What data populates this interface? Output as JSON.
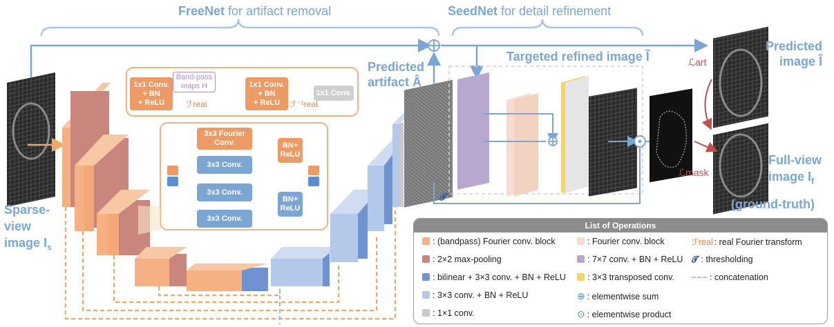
{
  "title_freenet": {
    "name": "FreeNet",
    "rest": " for artifact removal"
  },
  "title_seednet": {
    "name": "SeedNet",
    "rest": " for detail refinement"
  },
  "labels": {
    "sparse_view": [
      "Sparse-",
      "view",
      "image I"
    ],
    "sparse_sub": "s",
    "predicted_artifact": [
      "Predicted",
      "artifact Â"
    ],
    "targeted_refined": "Targeted refined image Ĩ",
    "predicted_image": [
      "Predicted",
      "image Î"
    ],
    "full_view": [
      "Full-view",
      "image I"
    ],
    "full_sub": "f",
    "ground_truth": "(ground-truth)",
    "l_art": "ℒart",
    "l_mask": "ℒmask",
    "tau": "𝓣"
  },
  "top_block": {
    "conv1": [
      "1x1 Conv.",
      "+ BN",
      "+ ReLU"
    ],
    "bandpass": [
      "Band-pass",
      "maps H"
    ],
    "conv2": [
      "1x1 Conv.",
      "+ BN",
      "+ ReLU"
    ],
    "conv3": "1x1 Conv.",
    "f_real": "ℱreal",
    "f_real_inv": "ℱ⁻¹real"
  },
  "inner_block": {
    "fourier_conv": [
      "3x3 Fourier",
      "Conv."
    ],
    "conv_a": "3x3 Conv.",
    "bn_relu_a": [
      "BN+",
      "ReLU"
    ],
    "conv_b": "3x3 Conv.",
    "conv_c": "3x3 Conv.",
    "bn_relu_b": [
      "BN+",
      "ReLU"
    ]
  },
  "legend": {
    "title": "List of Operations",
    "items": [
      {
        "text": ": (bandpass) Fourier conv. block",
        "color": "#f5b184"
      },
      {
        "text": ": 2×2 max-pooling",
        "color": "#c9867c"
      },
      {
        "text": ": bilinear + 3×3 conv. + BN + ReLU",
        "color": "#6e93d0"
      },
      {
        "text": ": 3×3 conv. + BN + ReLU",
        "color": "#b4c8ea"
      },
      {
        "text": ": 1×1 conv.",
        "color": "#c9c9c9"
      },
      {
        "text": ": Fourier conv. block",
        "color": "#f7dccf"
      },
      {
        "text": ": 7×7 conv. + BN + ReLU",
        "color": "#b8a8cf"
      },
      {
        "text": ": 3×3 transposed conv.",
        "color": "#f3d36b"
      },
      {
        "text": ": elementwise sum",
        "color": "#5b8fd0"
      },
      {
        "text": ": elementwise product",
        "color": "#5b8fd0"
      },
      {
        "text": ": real Fourier transform",
        "color": "#e0874a"
      },
      {
        "text": ": thresholding",
        "color": "#2f5f9e"
      },
      {
        "text": ": concatenation",
        "color": "#e6b3b3"
      }
    ],
    "symbols": {
      "sum": "⊕",
      "prod": "⊙",
      "f_real": "ℱreal",
      "tau": "𝓣"
    }
  },
  "colors": {
    "accent_blue": "#7ba6d4",
    "orange": "#f5b184",
    "orange_dark": "#ed9a64",
    "brown": "#c9867c",
    "blue_dark": "#6e93d0",
    "blue_light": "#b4c8ea",
    "dashed_orange": "#f0a868",
    "dashed_blue": "#9ec0e6",
    "loss_red": "#c0504d"
  }
}
